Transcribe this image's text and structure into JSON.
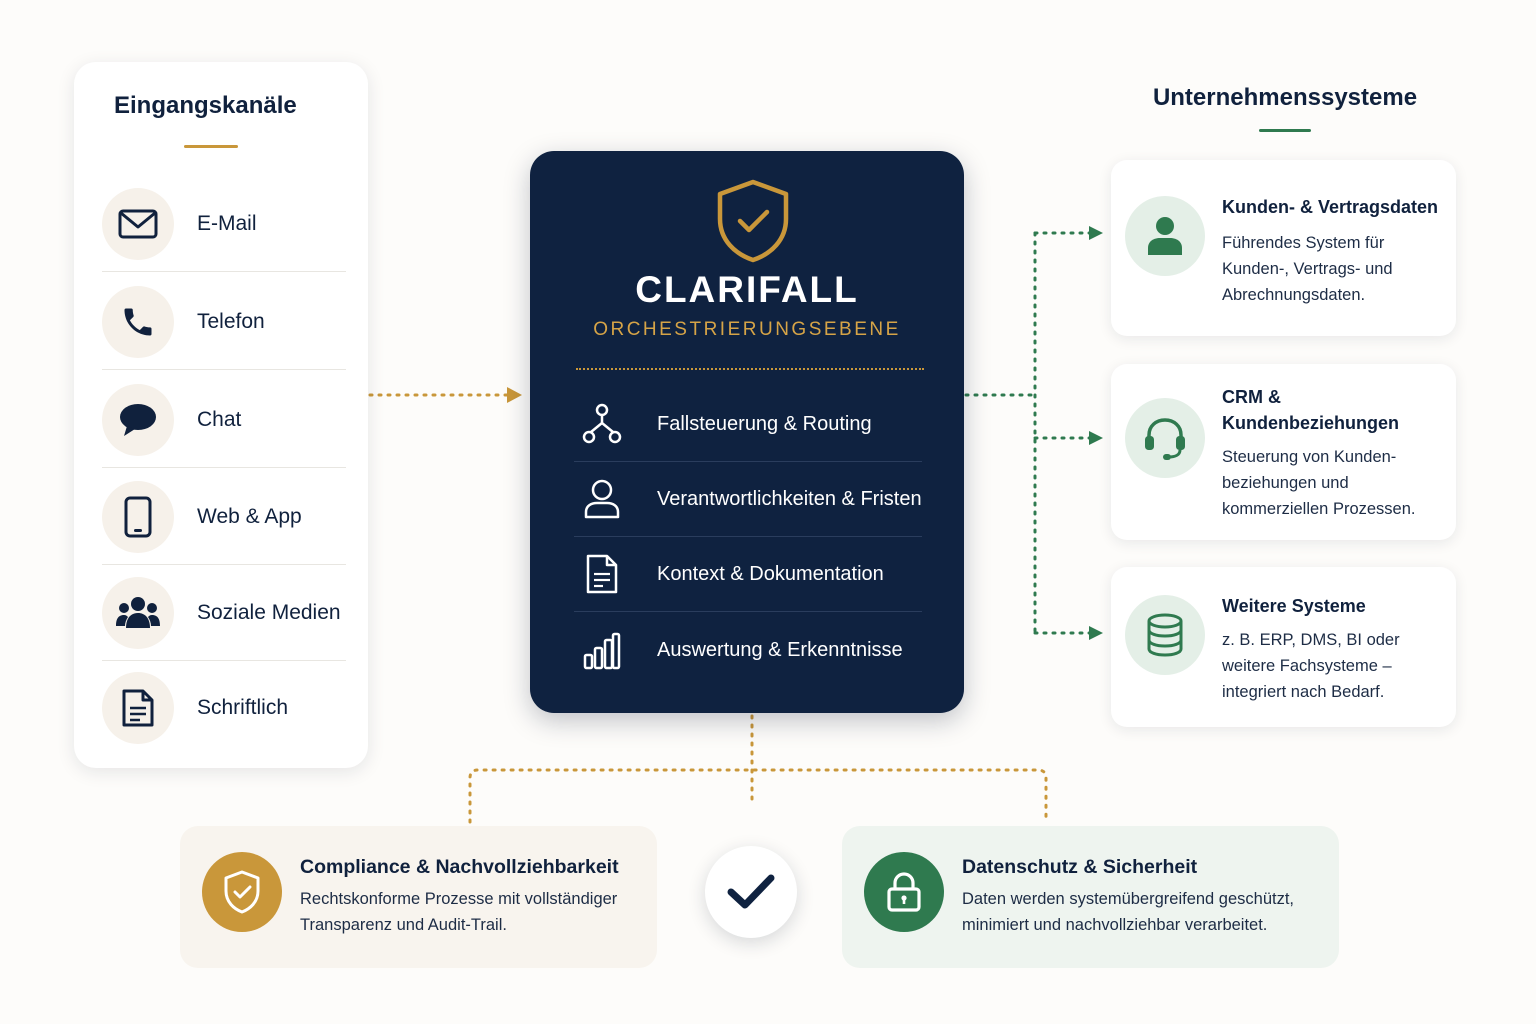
{
  "input_channels": {
    "title": "Eingangskanäle",
    "items": [
      {
        "label": "E-Mail",
        "icon": "mail-icon"
      },
      {
        "label": "Telefon",
        "icon": "phone-icon"
      },
      {
        "label": "Chat",
        "icon": "chat-icon"
      },
      {
        "label": "Web & App",
        "icon": "smartphone-icon"
      },
      {
        "label": "Soziale Medien",
        "icon": "people-icon"
      },
      {
        "label": "Schriftlich",
        "icon": "document-icon"
      }
    ]
  },
  "core": {
    "name": "CLARIFALL",
    "subtitle": "ORCHESTRIERUNGSEBENE",
    "icon": "shield-check-icon",
    "features": [
      {
        "label": "Fallsteuerung & Routing",
        "icon": "routing-icon"
      },
      {
        "label": "Verantwortlichkeiten & Fristen",
        "icon": "user-icon"
      },
      {
        "label": "Kontext & Dokumentation",
        "icon": "document-icon"
      },
      {
        "label": "Auswertung & Erkenntnisse",
        "icon": "bar-chart-icon"
      }
    ]
  },
  "enterprise_systems": {
    "title": "Unternehmenssysteme",
    "items": [
      {
        "title": "Kunden- & Vertragsdaten",
        "description": "Führendes System für Kunden-, Vertrags- und Abrechnungsdaten.",
        "icon": "person-icon"
      },
      {
        "title": "CRM & Kundenbeziehungen",
        "description": "Steuerung von Kunden-beziehungen und kommerziellen Prozessen.",
        "icon": "headset-icon"
      },
      {
        "title": "Weitere Systeme",
        "description": "z. B. ERP, DMS, BI oder weitere Fachsysteme – integriert nach Bedarf.",
        "icon": "database-icon"
      }
    ]
  },
  "bottom": {
    "compliance": {
      "title": "Compliance & Nachvollziehbarkeit",
      "description": "Rechtskonforme Prozesse mit vollständiger Transparenz und Audit-Trail.",
      "icon": "shield-check-icon"
    },
    "center_icon": "checkmark-icon",
    "privacy": {
      "title": "Datenschutz & Sicherheit",
      "description": "Daten werden systemübergreifend geschützt, minimiert und nachvollziehbar verarbeitet.",
      "icon": "lock-icon"
    }
  },
  "colors": {
    "navy": "#0f2240",
    "gold": "#c9973a",
    "green": "#2f7a4f",
    "background": "#fdfcfa"
  }
}
